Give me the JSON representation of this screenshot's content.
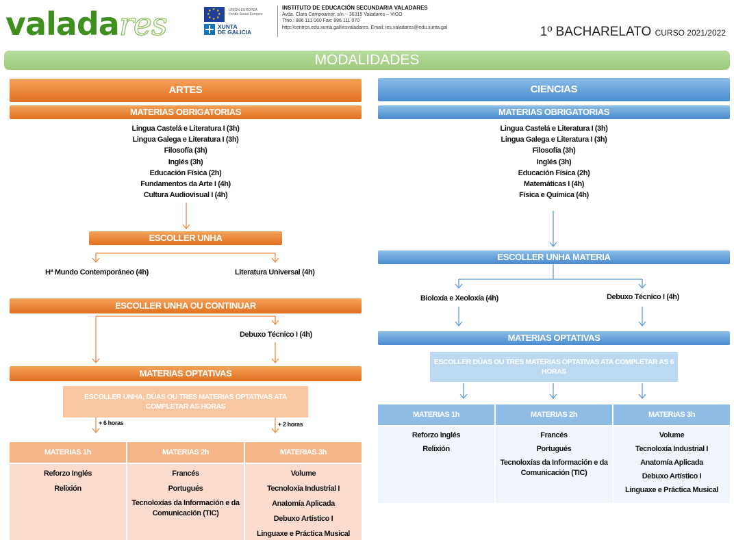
{
  "header": {
    "logo_main": "valada",
    "logo_tail": "res",
    "eu_line1": "UNIÓN EUROPEA",
    "eu_line2": "Fondo Social Europeo",
    "xunta_line1": "XUNTA",
    "xunta_line2": "DE GALICIA",
    "institute_title": "INSTITUTO DE EDUCACIÓN SECUNDARIA VALADARES",
    "institute_address": "Avda. Clara Campoamor, s/n. - 36315 Valadares – VIGO",
    "institute_phone": "Tfno.: 886 111 060     Fax: 886 111 070",
    "institute_web": "http://centros.edu.xunta.gal/iesvaladares. Email: ies.valadares@edu.xunta.gal",
    "course_main": "1º BACHARELATO",
    "course_year": "CURSO 2021/2022"
  },
  "modalidades": "MODALIDADES",
  "artes": {
    "title": "ARTES",
    "obligatorias_label": "MATERIAS OBRIGATORIAS",
    "obligatorias": [
      "Lingua Castelá e Literatura I (3h)",
      "Lingua Galega e Literatura I (3h)",
      "Filosofía (3h)",
      "Inglés (3h)",
      "Educación Física (2h)",
      "Fundamentos da Arte I (4h)",
      "Cultura Audiovisual I (4h)"
    ],
    "escoller_unha": "ESCOLLER UNHA",
    "option_left": "Hª Mundo Contemporáneo (4h)",
    "option_right": "Literatura Universal (4h)",
    "escoller_continuar": "ESCOLLER UNHA OU CONTINUAR",
    "option_debuxo": "Debuxo Técnico I (4h)",
    "optativas_label": "MATERIAS OPTATIVAS",
    "optativas_note": "ESCOLLER UNHA, DÚAS OU TRES MATERIAS OPTATIVAS ATA COMPLETAR AS HORAS",
    "plus_left": "+ 6 horas",
    "plus_right": "+ 2 horas",
    "table": {
      "headers": [
        "MATERIAS 1h",
        "MATERIAS 2h",
        "MATERIAS 3h"
      ],
      "col1": [
        "Reforzo Inglés",
        "Relixión"
      ],
      "col2": [
        "Francés",
        "Portugués",
        "Tecnoloxías da Información e da Comunicación (TIC)"
      ],
      "col3": [
        "Volume",
        "Tecnoloxía Industrial I",
        "Anatomía Aplicada",
        "Debuxo Artístico I",
        "Linguaxe e Práctica Musical"
      ]
    }
  },
  "ciencias": {
    "title": "CIENCIAS",
    "obligatorias_label": "MATERIAS OBRIGATORIAS",
    "obligatorias": [
      "Lingua Castelá e Literatura I (3h)",
      "Lingua Galega e Literatura I (3h)",
      "Filosofía (3h)",
      "Inglés (3h)",
      "Educación Física (2h)",
      "Matemáticas I (4h)",
      "Física e Química (4h)"
    ],
    "escoller_unha": "ESCOLLER UNHA MATERIA",
    "option_left": "Bioloxía e Xeoloxía (4h)",
    "option_right": "Debuxo Técnico I (4h)",
    "optativas_label": "MATERIAS OPTATIVAS",
    "optativas_note": "ESCOLLER  DÚAS OU TRES MATERIAS OPTATIVAS ATA COMPLETAR AS 6 HORAS",
    "table": {
      "headers": [
        "MATERIAS 1h",
        "MATERIAS 2h",
        "MATERIAS 3h"
      ],
      "col1": [
        "Reforzo Inglés",
        "Relixión"
      ],
      "col2": [
        "Francés",
        "Portugués",
        "Tecnoloxías da Información e da Comunicación (TIC)"
      ],
      "col3": [
        "Volume",
        "Tecnoloxía Industrial I",
        "Anatomía Aplicada",
        "Debuxo Artístico I",
        "Linguaxe e Práctica Musical"
      ]
    }
  },
  "colors": {
    "orange": "#e2701f",
    "blue": "#4a8bd0",
    "green": "#9ccc7c"
  }
}
